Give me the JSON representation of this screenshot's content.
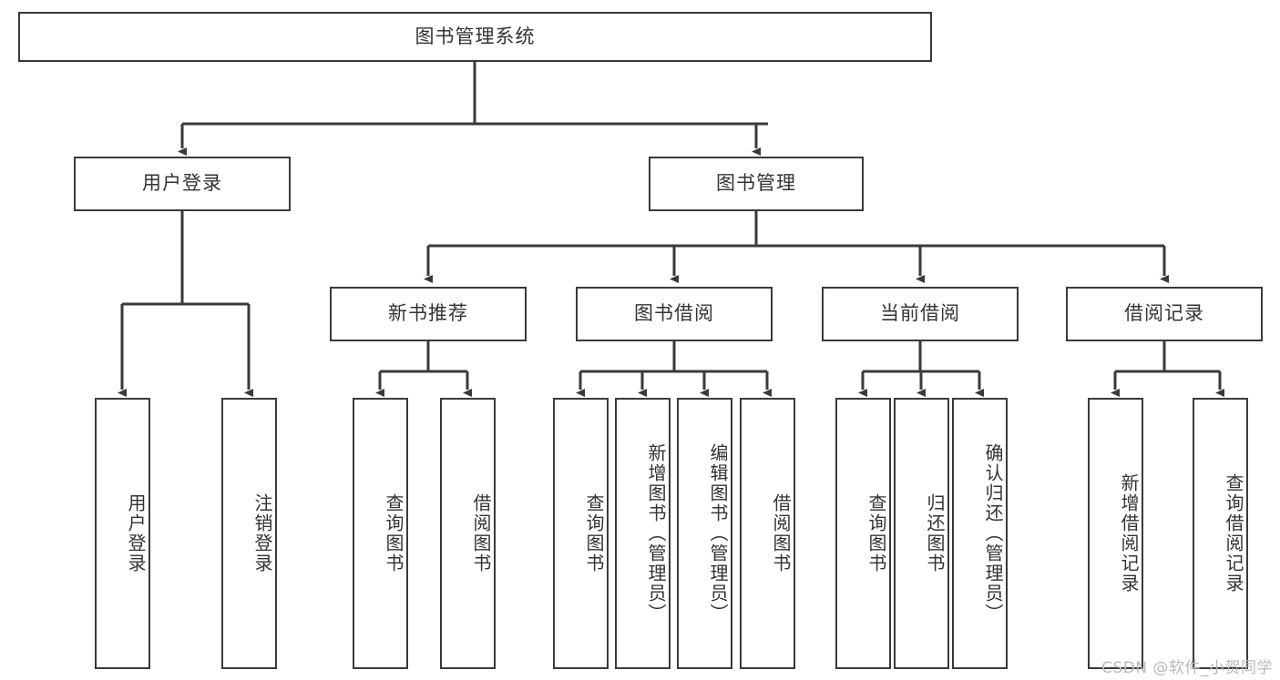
{
  "diagram": {
    "title": "图书管理系统",
    "type": "tree-hierarchy-diagram",
    "colors": {
      "stroke": "#3a3a3a",
      "text": "#333333",
      "background": "#ffffff",
      "watermark": "#b9b9b9"
    },
    "root": {
      "label": "图书管理系统"
    },
    "level2": [
      {
        "label": "用户登录"
      },
      {
        "label": "图书管理"
      }
    ],
    "level3": [
      {
        "label": "新书推荐"
      },
      {
        "label": "图书借阅"
      },
      {
        "label": "当前借阅"
      },
      {
        "label": "借阅记录"
      }
    ],
    "leaves": {
      "user_login": [
        {
          "label": "用户登录"
        },
        {
          "label": "注销登录"
        }
      ],
      "new_book_recommend": [
        {
          "label": "查询图书"
        },
        {
          "label": "借阅图书"
        }
      ],
      "book_borrow": [
        {
          "label": "查询图书"
        },
        {
          "label": "新增图书（管理员）"
        },
        {
          "label": "编辑图书（管理员）"
        },
        {
          "label": "借阅图书"
        }
      ],
      "current_borrow": [
        {
          "label": "查询图书"
        },
        {
          "label": "归还图书"
        },
        {
          "label": "确认归还（管理员）"
        }
      ],
      "borrow_record": [
        {
          "label": "新增借阅记录"
        },
        {
          "label": "查询借阅记录"
        }
      ]
    }
  },
  "watermark": {
    "text": "CSDN @软件_小贺同学"
  }
}
